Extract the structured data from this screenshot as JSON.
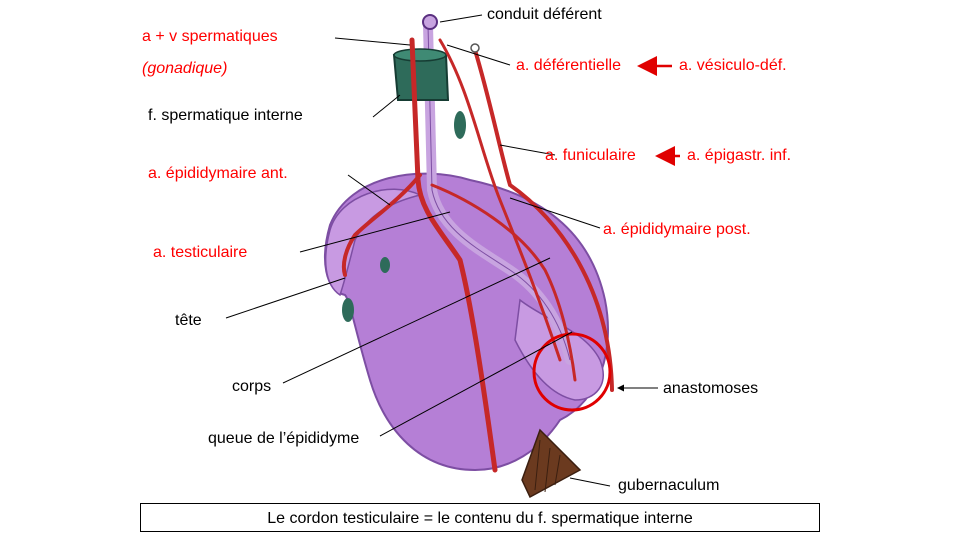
{
  "colors": {
    "red_label": "#ff0000",
    "black_label": "#000000",
    "testis_fill": "#b57fd6",
    "artery": "#c62828",
    "vas": "#c8a4e0",
    "fascia_band": "#2e6b5a",
    "gubernaculum": "#6b3a1f",
    "highlight_circle": "#e00000"
  },
  "labels": {
    "conduit_deferent": "conduit déférent",
    "av_spermatiques": "a + v spermatiques",
    "gonadique": "(gonadique)",
    "a_deferentielle": "a. déférentielle",
    "a_vesiculo_def": "a. vésiculo-déf.",
    "f_spermatique_interne": "f. spermatique interne",
    "a_funiculaire": "a. funiculaire",
    "a_epigastr_inf": "a. épigastr. inf.",
    "a_epididymaire_ant": "a. épididymaire ant.",
    "a_epididymaire_post": "a. épididymaire post.",
    "a_testiculaire": "a. testiculaire",
    "tete": "tête",
    "corps": "corps",
    "anastomoses": "anastomoses",
    "queue_epididyme": "queue de l’épididyme",
    "gubernaculum": "gubernaculum"
  },
  "caption": "Le cordon testiculaire = le contenu du f. spermatique interne"
}
